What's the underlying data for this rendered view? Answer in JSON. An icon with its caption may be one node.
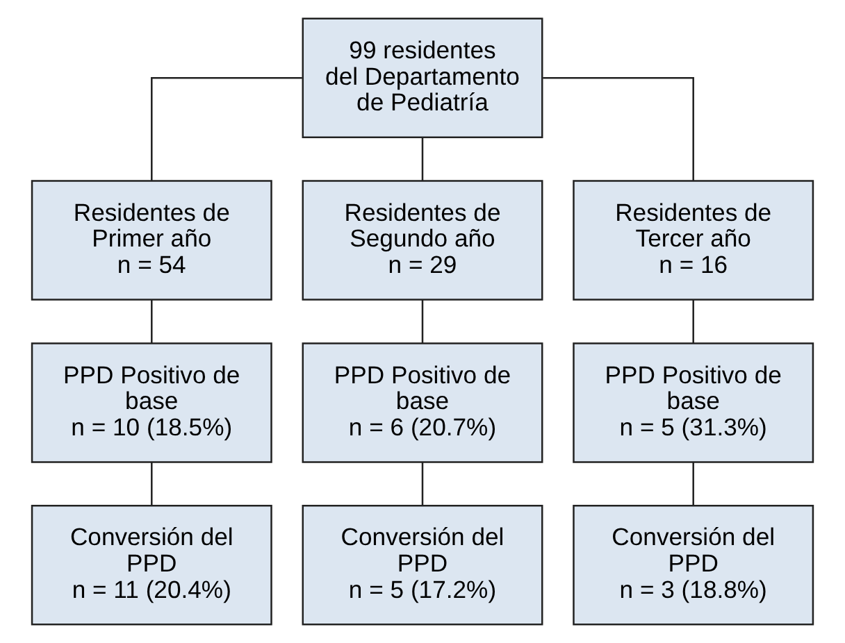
{
  "diagram": {
    "nodes": [
      {
        "text": [
          "99 residentes del Departamento de Pediatría"
        ]
      },
      {
        "text": [
          "Residentes de Primer año",
          "n = 54"
        ]
      },
      {
        "text": [
          "Residentes de Segundo año",
          "n = 29"
        ]
      },
      {
        "text": [
          "Residentes de Tercer año",
          "n = 16"
        ]
      },
      {
        "text": [
          "PPD Positivo de base",
          "n = 10 (18.5%)"
        ]
      },
      {
        "text": [
          "PPD Positivo de base",
          "n = 6 (20.7%)"
        ]
      },
      {
        "text": [
          "PPD Positivo de base",
          "n = 5 (31.3%)"
        ]
      },
      {
        "text": [
          "Conversión del PPD",
          "n = 11 (20.4%)"
        ]
      },
      {
        "text": [
          "Conversión del PPD",
          "n = 5 (17.2%)"
        ]
      },
      {
        "text": [
          "Conversión del PPD",
          "n = 3 (18.8%)"
        ]
      }
    ],
    "edges": [
      {
        "from": 0,
        "to": 1,
        "arrow": "none"
      },
      {
        "from": 0,
        "to": 2,
        "arrow": "none"
      },
      {
        "from": 0,
        "to": 3,
        "arrow": "none"
      },
      {
        "from": 1,
        "to": 4,
        "arrow": "none"
      },
      {
        "from": 2,
        "to": 5,
        "arrow": "none"
      },
      {
        "from": 3,
        "to": 6,
        "arrow": "none"
      },
      {
        "from": 4,
        "to": 7,
        "arrow": "none"
      },
      {
        "from": 5,
        "to": 8,
        "arrow": "none"
      },
      {
        "from": 6,
        "to": 9,
        "arrow": "none"
      }
    ]
  }
}
